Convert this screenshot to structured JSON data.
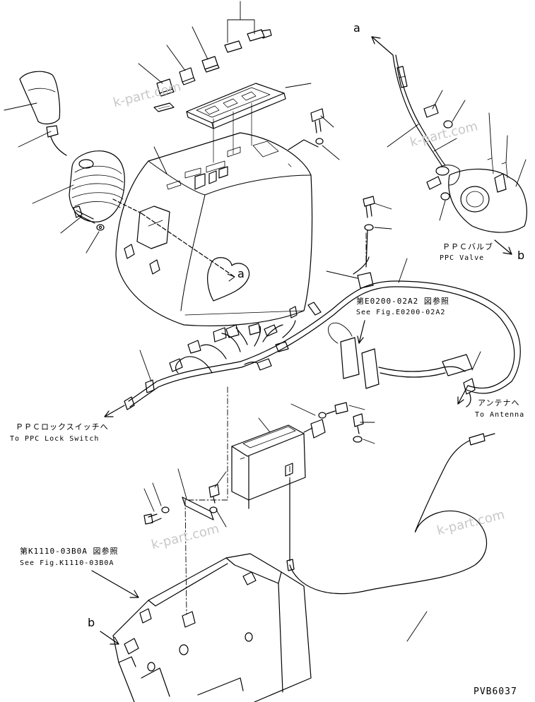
{
  "colors": {
    "line": "#000000",
    "background": "#ffffff",
    "watermark": "#c8c8c8"
  },
  "callouts": {
    "a": "a",
    "b": "b"
  },
  "labels": {
    "ppc_valve_jp": "ＰＰＣバルブ",
    "ppc_valve_en": "PPC Valve",
    "fig_e0200_jp": "第E0200-02A2 図参照",
    "fig_e0200_en": "See Fig.E0200-02A2",
    "ppc_lock_jp": "ＰＰＣロックスイッチへ",
    "ppc_lock_en": "To PPC Lock Switch",
    "antenna_jp": "アンテナへ",
    "antenna_en": "To Antenna",
    "fig_k1110_jp": "第K1110-03B0A 図参照",
    "fig_k1110_en": "See Fig.K1110-03B0A"
  },
  "watermark": "k-part.com",
  "drawing_code": "PVB6037",
  "parts": {
    "lever_knob": "shift-lever-knob",
    "lever_boot": "lever-boot",
    "console_box": "console-box",
    "switch_panel": "switch-panel",
    "ppc_valve": "ppc-valve",
    "wiring_harness": "wiring-harness",
    "radio_unit": "radio-unit",
    "antenna_cable": "antenna-cable",
    "console_bracket": "console-bracket"
  }
}
